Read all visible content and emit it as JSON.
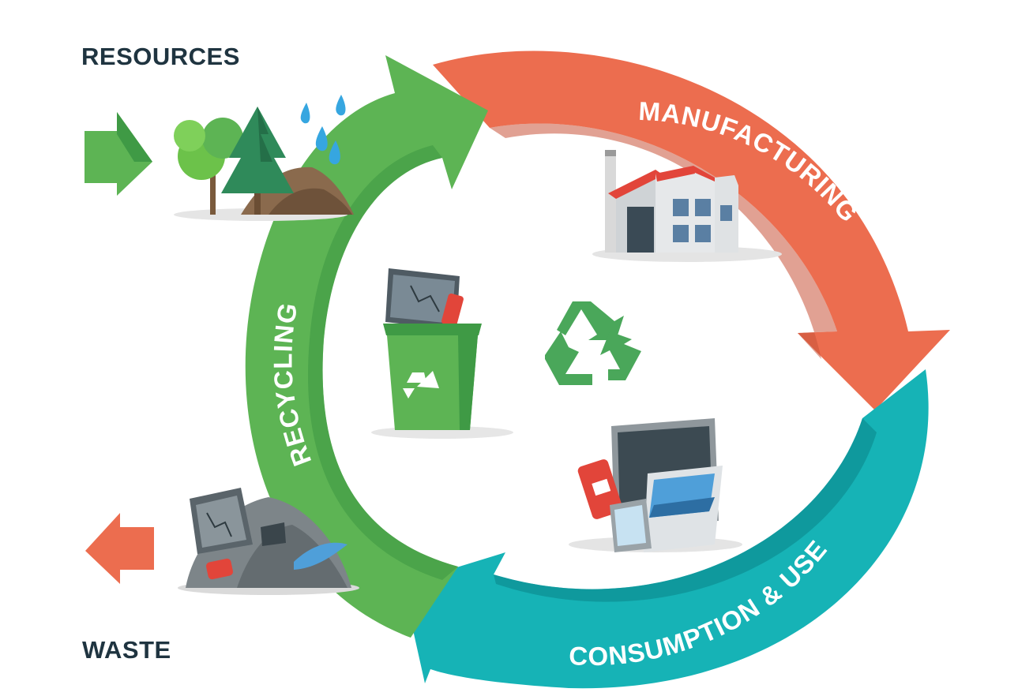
{
  "labels": {
    "resources": "RESOURCES",
    "waste": "WASTE",
    "manufacturing": "MANUFACTURING",
    "recycling": "RECYCLING",
    "consumption": "CONSUMPTION & USE"
  },
  "colors": {
    "label_text": "#1f3440",
    "green": "#5db454",
    "green_dark": "#3f9a45",
    "orange": "#ec6d4f",
    "orange_dark": "#c9543a",
    "teal": "#16b3b6",
    "teal_dark": "#0d8f93",
    "recycle_symbol": "#4aa75a"
  },
  "icons": {
    "resources_arrow": "arrow-right-icon",
    "waste_arrow": "arrow-left-icon",
    "resources": "trees-water-soil-icon",
    "factory": "factory-icon",
    "devices": "devices-icon",
    "bin": "recycling-bin-icon",
    "landfill": "landfill-icon",
    "center": "recycle-symbol-icon"
  }
}
